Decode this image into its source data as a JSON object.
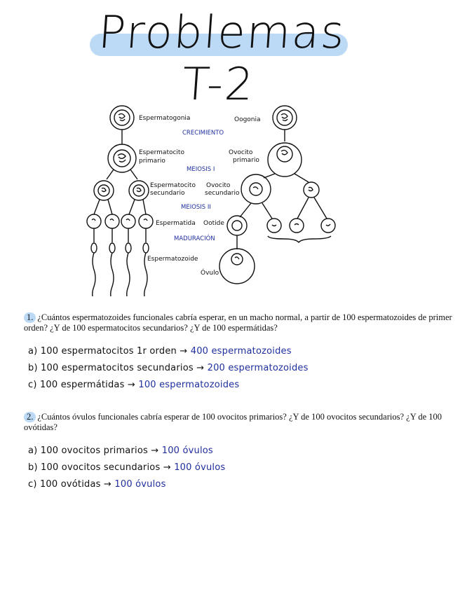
{
  "title": "Problemas T-2",
  "diagram": {
    "labels": {
      "espermatogonia": "Espermatogonia",
      "ovogonia": "Oogonia",
      "crecimiento": "CRECIMIENTO",
      "espermatocito_primario_1": "Espermatocito",
      "espermatocito_primario_2": "primario",
      "ovocito_primario_1": "Ovocito",
      "ovocito_primario_2": "primario",
      "meiosis1": "MEIOSIS I",
      "espermatocito_sec_1": "Espermatocito",
      "espermatocito_sec_2": "secundario",
      "ovocito_sec_1": "Ovocito",
      "ovocito_sec_2": "secundario",
      "meiosis2": "MEIOSIS II",
      "espermatida": "Espermatida",
      "ootide": "Ootide",
      "maduracion": "MADURACIÓN",
      "espermatozoide": "Espermatozoide",
      "ovulo": "Óvulo"
    },
    "colors": {
      "stage_label": "#1f2f9e",
      "ink": "#111111"
    }
  },
  "questions": [
    {
      "number": "1.",
      "text": "¿Cuántos espermatozoides funcionales cabría esperar, en un macho normal, a partir de 100 espermatozoides de primer orden? ¿Y de 100 espermatocitos secundarios? ¿Y de 100 espermátidas?",
      "answers": [
        {
          "prefix": "a) 100 espermatocitos 1r orden →",
          "result": "400 espermatozoides"
        },
        {
          "prefix": "b) 100 espermatocitos secundarios →",
          "result": "200 espermatozoides"
        },
        {
          "prefix": "c) 100 espermátidas →",
          "result": "100 espermatozoides"
        }
      ]
    },
    {
      "number": "2.",
      "text": "¿Cuántos óvulos funcionales cabría esperar de 100 ovocitos primarios? ¿Y de 100 ovocitos secundarios? ¿Y de 100 ovótidas?",
      "answers": [
        {
          "prefix": "a) 100 ovocitos primarios →",
          "result": "100 óvulos"
        },
        {
          "prefix": "b) 100 ovocitos secundarios →",
          "result": "100 óvulos"
        },
        {
          "prefix": "c) 100 ovótidas →",
          "result": "100 óvulos"
        }
      ]
    }
  ],
  "colors": {
    "highlight": "#bcd9f5",
    "answer_ink": "#1f2f9e"
  }
}
